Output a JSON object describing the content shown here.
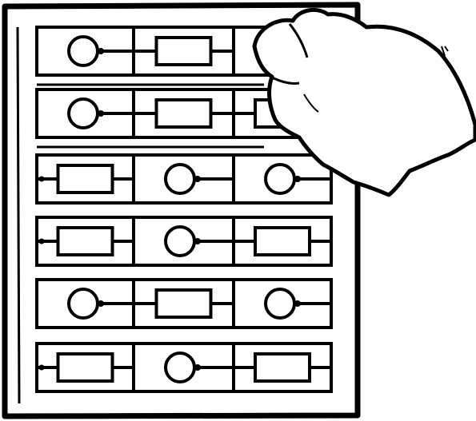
{
  "figure": {
    "ink_color": "#000000",
    "background_color": "#ffffff",
    "symbol_legend": {
      "circle": "circle-symbol",
      "box": "rectangle-symbol"
    },
    "rows": [
      {
        "cells": [
          "circle",
          "box",
          "hidden"
        ],
        "hand_covered": true
      },
      {
        "cells": [
          "circle",
          "box",
          "box"
        ],
        "hand_covered": true
      },
      {
        "cells": [
          "box",
          "circle",
          "circle"
        ],
        "hand_covered": true
      },
      {
        "cells": [
          "box",
          "circle",
          "box"
        ],
        "hand_covered": false
      },
      {
        "cells": [
          "circle",
          "box",
          "circle"
        ],
        "hand_covered": false
      },
      {
        "cells": [
          "box",
          "circle",
          "box"
        ],
        "hand_covered": false
      }
    ]
  }
}
